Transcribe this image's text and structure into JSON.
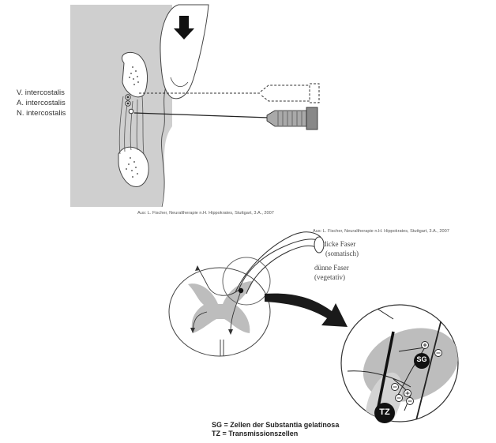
{
  "top_figure": {
    "labels": [
      "V. intercostalis",
      "A. intercostalis",
      "N. intercostalis"
    ],
    "source": "Aus: L. Fischer, Neuraltherapie n.H. Hippokrates, Stuttgart, 3.A., 2007"
  },
  "bottom_figure": {
    "source": "Aus: L. Fischer, Neuraltherapie n.H. Hippokrates, Stuttgart, 3.A., 2007",
    "fiber_thick": [
      "dicke Faser",
      "(somatisch)"
    ],
    "fiber_thin": [
      "dünne Faser",
      "(vegetativ)"
    ],
    "cell_sg": "SG",
    "cell_tz": "TZ",
    "legend": [
      {
        "abbr": "SG",
        "text": "= Zellen der Substantia gelatinosa"
      },
      {
        "abbr": "TZ",
        "text": "= Transmissionszellen"
      }
    ]
  }
}
